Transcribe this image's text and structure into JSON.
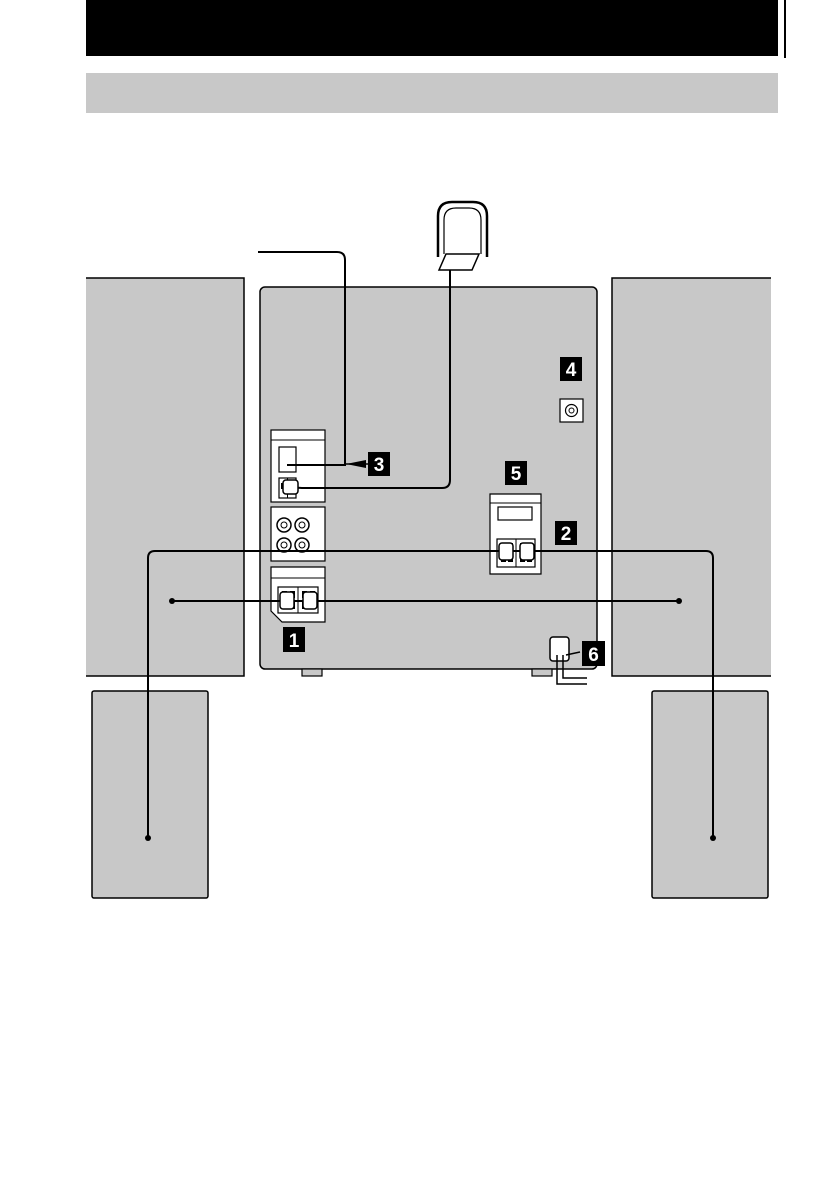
{
  "callouts": {
    "terminal_1": "1",
    "terminal_2": "2",
    "terminal_3": "3",
    "terminal_4": "4",
    "terminal_5": "5",
    "terminal_6": "6"
  },
  "colors": {
    "panel_fill": "#c8c8c8",
    "title_bar": "#000000",
    "subtitle_bar": "#c8c8c8",
    "callout_fill": "#000000",
    "line": "#000000"
  }
}
